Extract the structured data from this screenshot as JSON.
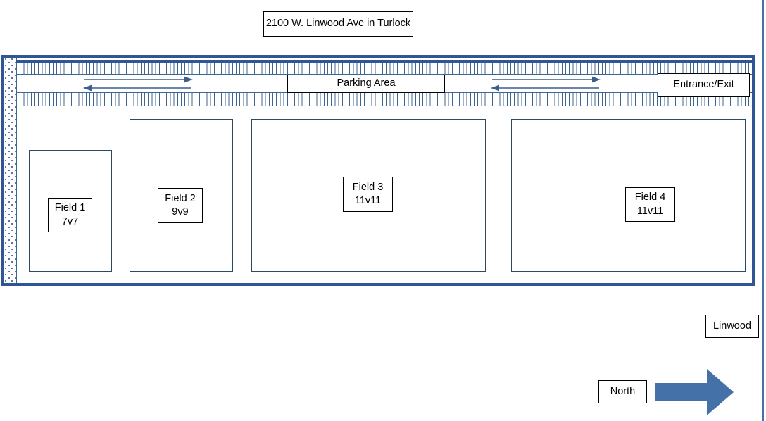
{
  "title": {
    "text": "2100 W. Linwood Ave in Turlock"
  },
  "parking": {
    "area_label": "Parking Area",
    "entrance_label": "Entrance/Exit"
  },
  "fields": [
    {
      "name": "Field 1",
      "format": "7v7"
    },
    {
      "name": "Field 2",
      "format": "9v9"
    },
    {
      "name": "Field 3",
      "format": "11v11"
    },
    {
      "name": "Field 4",
      "format": "11v11"
    }
  ],
  "annotations": {
    "street_label": "Linwood",
    "direction_label": "North"
  },
  "colors": {
    "complex_border": "#2f5597",
    "stall_line": "#3f6591",
    "field_border": "#2e4a60",
    "arrow_fill": "#4472a8",
    "flow_arrow": "#3a5f8a",
    "label_border": "#000000"
  }
}
